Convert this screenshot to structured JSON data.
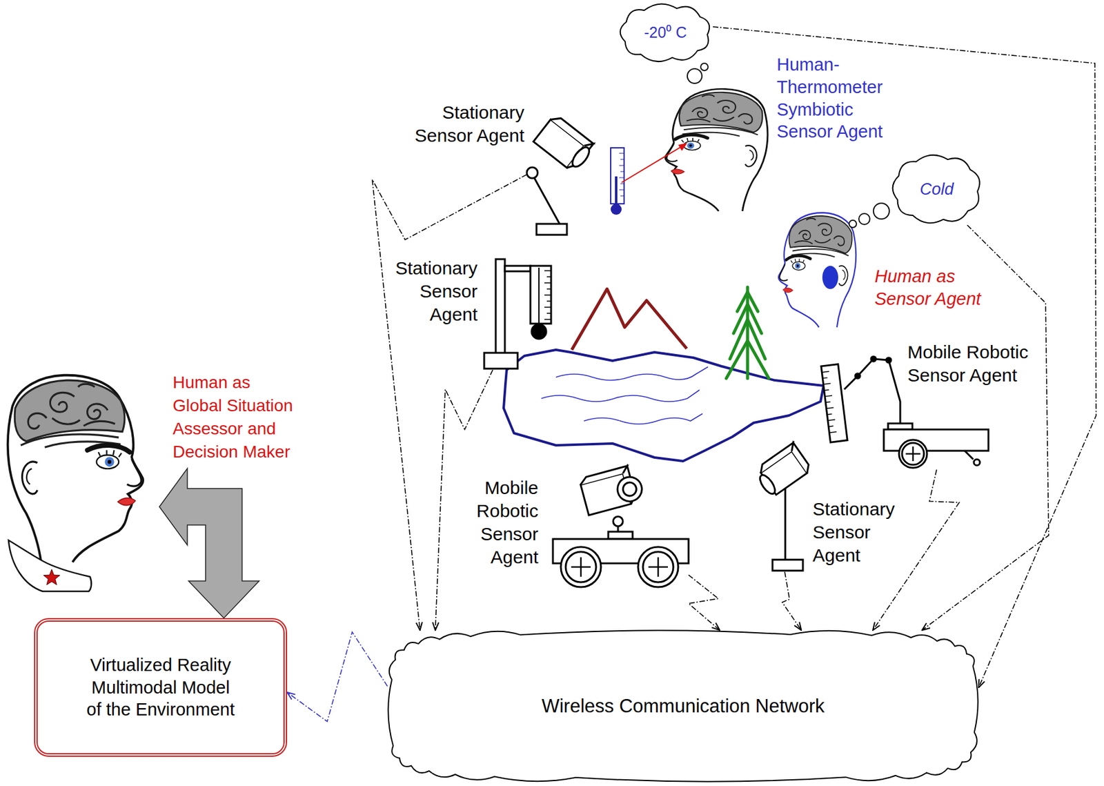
{
  "diagram": {
    "nodes": [
      {
        "text": [
          "-20⁰ C"
        ]
      },
      {
        "text": [
          "Stationary Sensor Agent"
        ]
      },
      {
        "text": [
          "Human-Thermometer Symbiotic Sensor Agent"
        ]
      },
      {
        "text": [
          "Cold"
        ]
      },
      {
        "text": [
          "Stationary Sensor Agent"
        ]
      },
      {
        "text": [
          "Human as Sensor Agent"
        ]
      },
      {
        "text": [
          "Human as Global Situation Assessor and Decision Maker"
        ]
      },
      {
        "text": [
          "Mobile Robotic Sensor Agent"
        ]
      },
      {
        "text": [
          "Mobile Robotic Sensor Agent"
        ]
      },
      {
        "text": [
          "Stationary Sensor Agent"
        ]
      },
      {
        "text": [
          "Virtualized Reality Multimodal Model of the Environment"
        ]
      },
      {
        "text": [
          "Wireless Communication Network"
        ]
      }
    ],
    "edges": [
      {
        "from": 0,
        "to": 11,
        "arrow": "to"
      },
      {
        "from": 1,
        "to": 11,
        "arrow": "to"
      },
      {
        "from": 3,
        "to": 11,
        "arrow": "to"
      },
      {
        "from": 4,
        "to": 11,
        "arrow": "to"
      },
      {
        "from": 6,
        "to": 10,
        "arrow": "both"
      },
      {
        "from": 7,
        "to": 11,
        "arrow": "to"
      },
      {
        "from": 8,
        "to": 11,
        "arrow": "to"
      },
      {
        "from": 9,
        "to": 11,
        "arrow": "to"
      },
      {
        "from": 11,
        "to": 10,
        "arrow": "to"
      }
    ]
  }
}
